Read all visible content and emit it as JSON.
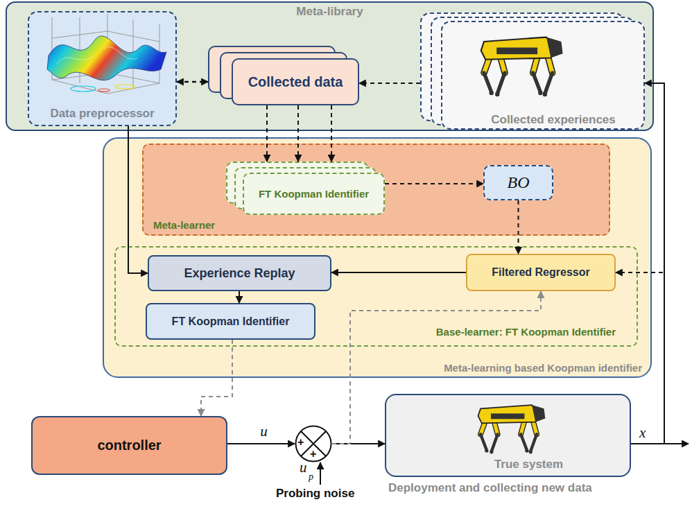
{
  "diagram": {
    "nodes": [
      {
        "text": [
          "Meta-library"
        ]
      },
      {
        "text": [
          "Data preprocessor"
        ],
        "in": 0
      },
      {
        "text": [
          "Collected data"
        ],
        "in": 0
      },
      {
        "text": [
          "Collected experiences"
        ],
        "in": 0
      },
      {
        "text": [
          "Meta-learning based Koopman identifier"
        ]
      },
      {
        "text": [
          "Meta-learner"
        ],
        "in": 4
      },
      {
        "text": [
          "FT Koopman Identifier"
        ],
        "in": 5
      },
      {
        "text": [
          "BO"
        ],
        "in": 5
      },
      {
        "text": [
          "Base-learner: FT Koopman Identifier"
        ],
        "in": 4
      },
      {
        "text": [
          "Experience Replay"
        ],
        "in": 8
      },
      {
        "text": [
          "FT Koopman Identifier"
        ],
        "in": 8
      },
      {
        "text": [
          "Filtered Regressor"
        ],
        "in": 8
      },
      {
        "text": [
          "controller"
        ]
      },
      {
        "text": [
          "True system"
        ]
      },
      {
        "text": [
          "+",
          "+"
        ]
      }
    ],
    "edges": [
      {
        "from": 3,
        "to": 2,
        "arrow": "to"
      },
      {
        "from": 1,
        "to": 2,
        "arrow": "both"
      },
      {
        "from": 2,
        "to": 6,
        "arrow": "to"
      },
      {
        "from": 6,
        "to": 7,
        "arrow": "to"
      },
      {
        "from": 7,
        "to": 11,
        "arrow": "to"
      },
      {
        "from": 1,
        "to": 9,
        "arrow": "to"
      },
      {
        "from": 11,
        "to": 9,
        "arrow": "to"
      },
      {
        "from": 9,
        "to": 10,
        "arrow": "to"
      },
      {
        "from": 10,
        "to": 12,
        "arrow": "to"
      },
      {
        "from": 12,
        "to": 14,
        "arrow": "to",
        "label": "u"
      },
      {
        "from": 14,
        "to": 13,
        "arrow": "to"
      },
      {
        "from": 14,
        "to": 11,
        "arrow": "to"
      },
      {
        "from": 13,
        "to": 3,
        "arrow": "to"
      },
      {
        "from": 13,
        "to": 11,
        "arrow": "to"
      }
    ],
    "labels": [
      "u",
      "p",
      "Probing noise",
      "Deployment and collecting new data",
      "x"
    ]
  }
}
